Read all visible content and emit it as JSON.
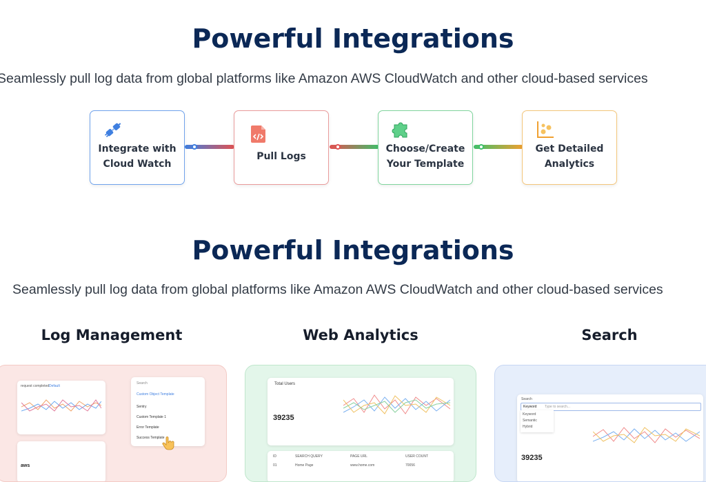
{
  "section1": {
    "title": "Powerful Integrations",
    "subtitle": "Seamlessly pull log data from global platforms like Amazon AWS CloudWatch and other cloud-based services"
  },
  "steps": [
    {
      "line1": "Integrate with",
      "line2": "Cloud Watch",
      "icon": "plug-icon",
      "color": "#3f7fe0"
    },
    {
      "line1": "Pull Logs",
      "line2": "",
      "icon": "log-file-icon",
      "color": "#e05252"
    },
    {
      "line1": "Choose/Create",
      "line2": "Your Template",
      "icon": "puzzle-icon",
      "color": "#3fbf6a"
    },
    {
      "line1": "Get Detailed",
      "line2": "Analytics",
      "icon": "analytics-icon",
      "color": "#f0a030"
    }
  ],
  "section2": {
    "title": "Powerful Integrations",
    "subtitle": "Seamlessly pull log data from global platforms like Amazon AWS CloudWatch and other cloud-based services"
  },
  "features": [
    {
      "title": "Log Management",
      "bg": "#fbe7e5"
    },
    {
      "title": "Web Analytics",
      "bg": "#e3f6ea"
    },
    {
      "title": "Search",
      "bg": "#e6eefb"
    }
  ],
  "log_card": {
    "chart_title": "request completed",
    "badge": "Default",
    "menu_search": "Search",
    "menu_header": "Custom Object Template",
    "menu_items": [
      "Sentry",
      "Custom Template 1",
      "Error Template",
      "Success Template"
    ],
    "aws": "aws"
  },
  "web_card": {
    "label": "Total Users",
    "value": "39235",
    "table_headers": [
      "ID",
      "SEARCH QUERY",
      "PAGE URL",
      "USER COUNT"
    ],
    "table_row": [
      "01",
      "Home Page",
      "www.home.com",
      "70056"
    ]
  },
  "search_card": {
    "label": "Search",
    "select": "Keyword",
    "placeholder": "Type to search...",
    "options": [
      "Keyword",
      "Semantic",
      "Hybrid"
    ],
    "value": "39235"
  },
  "colors": {
    "title": "#0b2856",
    "blue": "#3f7fe0",
    "red": "#e05252",
    "green": "#3fbf6a",
    "orange": "#f0a030"
  }
}
